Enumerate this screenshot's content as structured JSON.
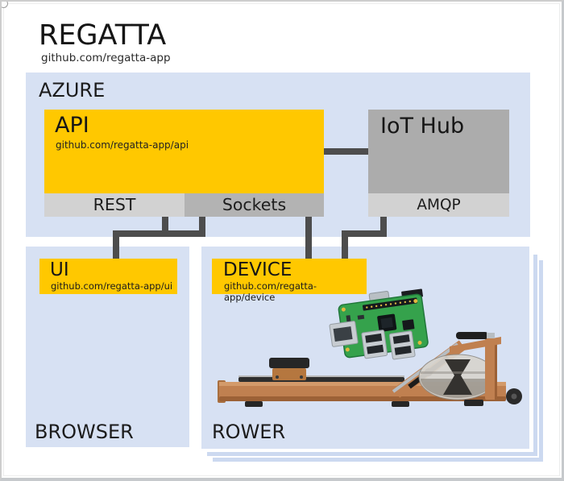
{
  "header": {
    "title": "REGATTA",
    "subtitle": "github.com/regatta-app"
  },
  "azure": {
    "label": "AZURE",
    "api": {
      "title": "API",
      "subtitle": "github.com/regatta-app/api",
      "rest": "REST",
      "sockets": "Sockets"
    },
    "iot_hub": {
      "title": "IoT Hub",
      "amqp": "AMQP"
    }
  },
  "browser": {
    "label": "BROWSER",
    "ui": {
      "title": "UI",
      "subtitle": "github.com/regatta-app/ui"
    }
  },
  "rower": {
    "label": "ROWER",
    "device": {
      "title": "DEVICE",
      "subtitle": "github.com/regatta-app/device"
    }
  },
  "images": {
    "raspberry_pi": "raspberry-pi-board",
    "rowing_machine": "water-rower"
  },
  "colors": {
    "accent_yellow": "#FFC800",
    "panel_blue": "#D7E1F3",
    "iot_hub_gray": "#ACACAC",
    "sockets_gray": "#B3B3B3",
    "protocol_bar_gray": "#D2D2D2",
    "connector_gray": "#4D4D4D"
  }
}
